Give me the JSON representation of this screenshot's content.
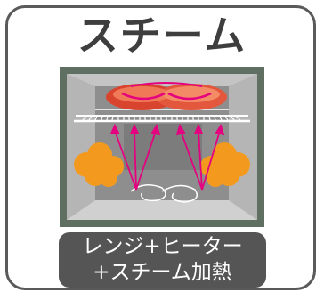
{
  "title": "スチーム",
  "caption": {
    "line1": "レンジ+ヒーター",
    "line2": "+スチーム加熱"
  },
  "colors": {
    "frame": "#5a5a5a",
    "oven_outer": "#5f6f62",
    "oven_inner": "#9a9a9a",
    "steam": "#f39a1e",
    "arrows": "#e4007f",
    "food": "#e2513a",
    "caption_bg": "#555555"
  },
  "icons": [
    "oven-icon",
    "food-icon",
    "steam-cloud-icon",
    "heat-arrow-icon"
  ]
}
